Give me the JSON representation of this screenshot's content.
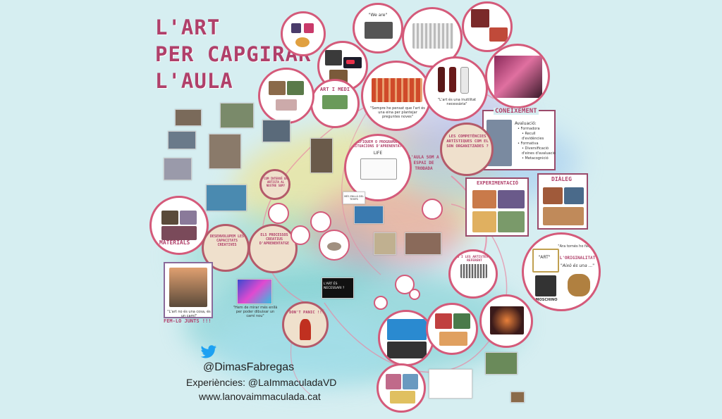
{
  "title": {
    "line1": "L'ART",
    "line2": "PER CAPGIRAR",
    "line3": "L'AULA"
  },
  "nodes": {
    "we_are": "\"We are\"",
    "coneixement": "CONEIXEMENT",
    "avaluacio": "Avaluació:",
    "avaluacio_items": [
      "Formadora",
      "Recull d'evidències",
      "Formativa",
      "Diversificació d'eines d'avaluació",
      "Metacognició"
    ],
    "art_i_medi": "ART I MEDI",
    "planifiquem": "PLANIFIQUEM O PROGRAMAM? LES SITUACIONS D'APRENENTATGE",
    "life": "LIFE",
    "aula_espai": "L'AULA SOM A ESPAI DE TROBADA",
    "competencies": "LES COMPETÈNCIES ARTÍSTIQUES COM EL SON ORGANITZADES ?",
    "experimentacio": "EXPERIMENTACIÓ",
    "dialeg": "DIÀLEG",
    "originalitat": "L'ORIGINALITAT",
    "aixo_es_una": "\"Això és una ...\"",
    "ara_tornes": "\"Ara tornés ho faig jo\"",
    "art_frame": "\"ART\"",
    "moschino": "MOSCHINO",
    "materials": "MATERIALS",
    "desenvolupem": "DESENVOLUPEM LES CAPACITATS CREATIVES",
    "els_processos": "ELS PROCESSOS CREATIUS D'APRENENTATGE",
    "fem_lo_junts": "FEM-LO JUNTS !!!",
    "fem_lo_quote": "\"L'art no és una cosa, és un camí\"",
    "dont_panic": "DON'T PANIC !!!",
    "art_necessari": "L'ART ÉS NECESSARI ?",
    "art_inutilitat": "\"L'art és una inutilitat necessària\"",
    "sempre_he_pensat": "\"Sempre he pensat que l'art és una eina per plantejar preguntes noves\"",
    "com_interv": "COM INTERVÉ UN ARTISTA AL NOSTRE SUM?",
    "els_artistes": "ELS I LES ARTISTES SÓN REFERENT",
    "mes_enlla": "MÉS ENLLÀ DEL TEMPS",
    "hem_de_mirar": "\"Hem de mirar més enllà per poder dibuixar un camí nou\""
  },
  "credits": {
    "handle": "@DimasFabregas",
    "experiencies": "Experiències: @LaImmaculadaVD",
    "web": "www.lanovaimmaculada.cat"
  },
  "colors": {
    "accent": "#b0406a",
    "circle_border": "#d45a7a",
    "twitter": "#1da1f2",
    "background": "#d6eef1"
  },
  "icons": {
    "twitter": "twitter-bird-icon"
  }
}
